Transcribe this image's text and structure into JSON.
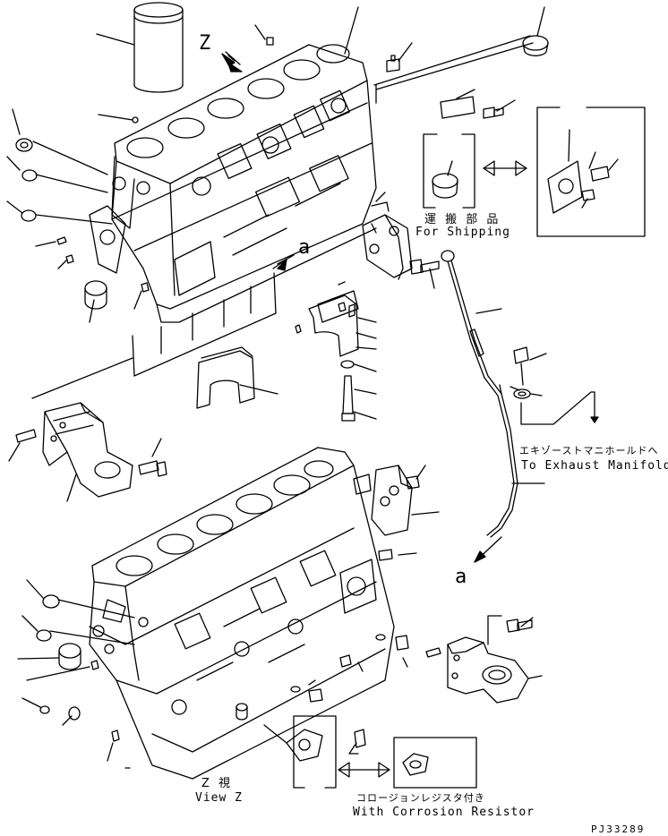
{
  "labels": {
    "z_marker": "Z",
    "a_upper": "a",
    "a_lower": "a",
    "shipping_jp": "運 搬 部 品",
    "shipping_en": "For Shipping",
    "exhaust_jp": "エキゾーストマニホールドへ",
    "exhaust_en": "To Exhaust Manifold",
    "viewz_jp": "Z  視",
    "viewz_en": "View Z",
    "corrosion_jp": "コロージョンレジスタ付き",
    "corrosion_en": "With Corrosion Resistor",
    "part_code": "PJ33289"
  }
}
